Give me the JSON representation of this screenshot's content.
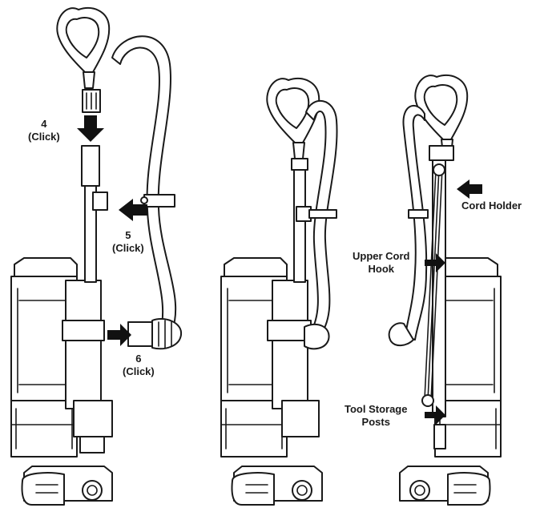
{
  "callouts": {
    "step4": {
      "number": "4",
      "action": "(Click)"
    },
    "step5": {
      "number": "5",
      "action": "(Click)"
    },
    "step6": {
      "number": "6",
      "action": "(Click)"
    },
    "cord_holder": {
      "line1": "Cord Holder"
    },
    "upper_cord_hook": {
      "line1": "Upper Cord",
      "line2": "Hook"
    },
    "tool_storage_posts": {
      "line1": "Tool Storage",
      "line2": "Posts"
    }
  },
  "colors": {
    "ink": "#1a1a1a",
    "arrow": "#111111",
    "background": "#ffffff"
  }
}
